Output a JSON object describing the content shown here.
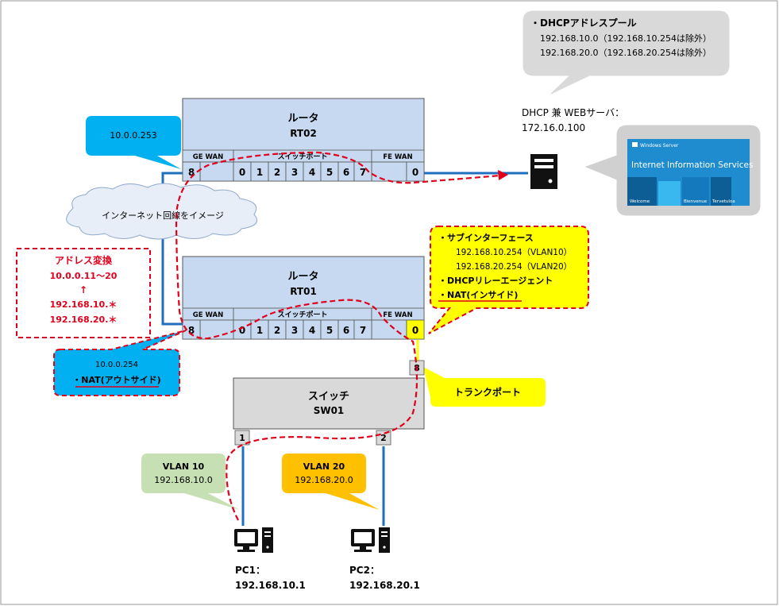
{
  "dhcp_pool": {
    "title": "・DHCPアドレスプール",
    "line1": "192.168.10.0（192.168.10.254は除外）",
    "line2": "192.168.20.0（192.168.20.254は除外）"
  },
  "server": {
    "label1": "DHCP 兼 WEBサーバ：",
    "label2": "172.16.0.100"
  },
  "iis": {
    "windows_server": "Windows Server",
    "title": "Internet Information Services",
    "tile1": "Welcome",
    "tile2": "Bienvenue",
    "tile3": "Tervetuloa"
  },
  "rt02": {
    "name1": "ルータ",
    "name2": "RT02",
    "ge_wan": "GE WAN",
    "switch_port": "スイッチポート",
    "fe_wan": "FE WAN",
    "ports": [
      "8",
      "0",
      "1",
      "2",
      "3",
      "4",
      "5",
      "6",
      "7",
      "0"
    ]
  },
  "rt02_callout": "10.0.0.253",
  "internet": "インターネット回線をイメージ",
  "rt01": {
    "name1": "ルータ",
    "name2": "RT01",
    "ge_wan": "GE WAN",
    "switch_port": "スイッチポート",
    "fe_wan": "FE WAN",
    "ports": [
      "8",
      "0",
      "1",
      "2",
      "3",
      "4",
      "5",
      "6",
      "7",
      "0"
    ]
  },
  "nat_box": {
    "title": "アドレス変換",
    "line1": "10.0.0.11～20",
    "arrow": "↑",
    "line2": "192.168.10.＊",
    "line3": "192.168.20.＊"
  },
  "rt01_wan_callout": {
    "ip": "10.0.0.254",
    "nat": "・NAT(アウトサイド)"
  },
  "sub_if": {
    "title": "・サブインターフェース",
    "line1": "192.168.10.254（VLAN10）",
    "line2": "192.168.20.254（VLAN20）",
    "line3": "・DHCPリレーエージェント",
    "line4": "・NAT(インサイド)"
  },
  "trunk": "トランクポート",
  "sw01": {
    "name1": "スイッチ",
    "name2": "SW01",
    "port_top": "8",
    "port1": "1",
    "port2": "2"
  },
  "vlan10": {
    "name": "VLAN 10",
    "net": "192.168.10.0"
  },
  "vlan20": {
    "name": "VLAN 20",
    "net": "192.168.20.0"
  },
  "pc1": {
    "name": "PC1：",
    "ip": "192.168.10.1"
  },
  "pc2": {
    "name": "PC2：",
    "ip": "192.168.20.1"
  },
  "colors": {
    "router_fill": "#c6d9f1",
    "switch_fill": "#d9d9d9",
    "callout_blue": "#00b0f0",
    "callout_yellow": "#ffff00",
    "callout_gray": "#d9d9d9",
    "vlan10": "#c6e0b4",
    "vlan20": "#ffc000",
    "link_blue": "#1f6fbf",
    "dashed_red": "#e0001b"
  }
}
